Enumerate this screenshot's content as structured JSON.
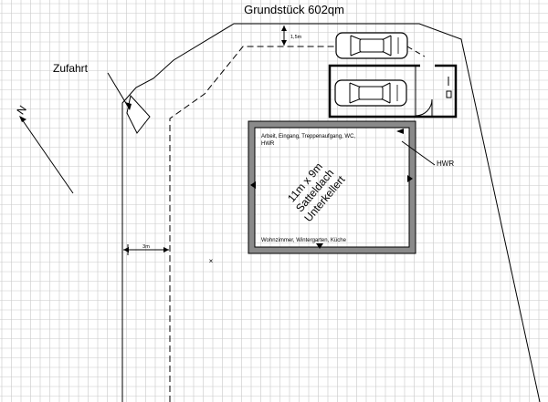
{
  "title": "Grundstück 602qm",
  "access_label": "Zufahrt",
  "north_label": "N",
  "setback_top_label": "1,5m",
  "setback_left_label": "3m",
  "house": {
    "size_line1": "11m x 9m",
    "size_line2": "Satteldach",
    "size_line3": "Unterkellert",
    "top_rooms_line1": "Arbeit, Eingang, Treppenaufgang, WC,",
    "top_rooms_line2": "HWR",
    "bottom_rooms": "Wohnzimmer, Wintergarten, Küche"
  },
  "hwr_label": "HWR",
  "marker_symbol": "×",
  "colors": {
    "grid": "#c9c9c9",
    "line": "#000000",
    "wall_fill": "#8a8a8a",
    "background": "#ffffff"
  }
}
